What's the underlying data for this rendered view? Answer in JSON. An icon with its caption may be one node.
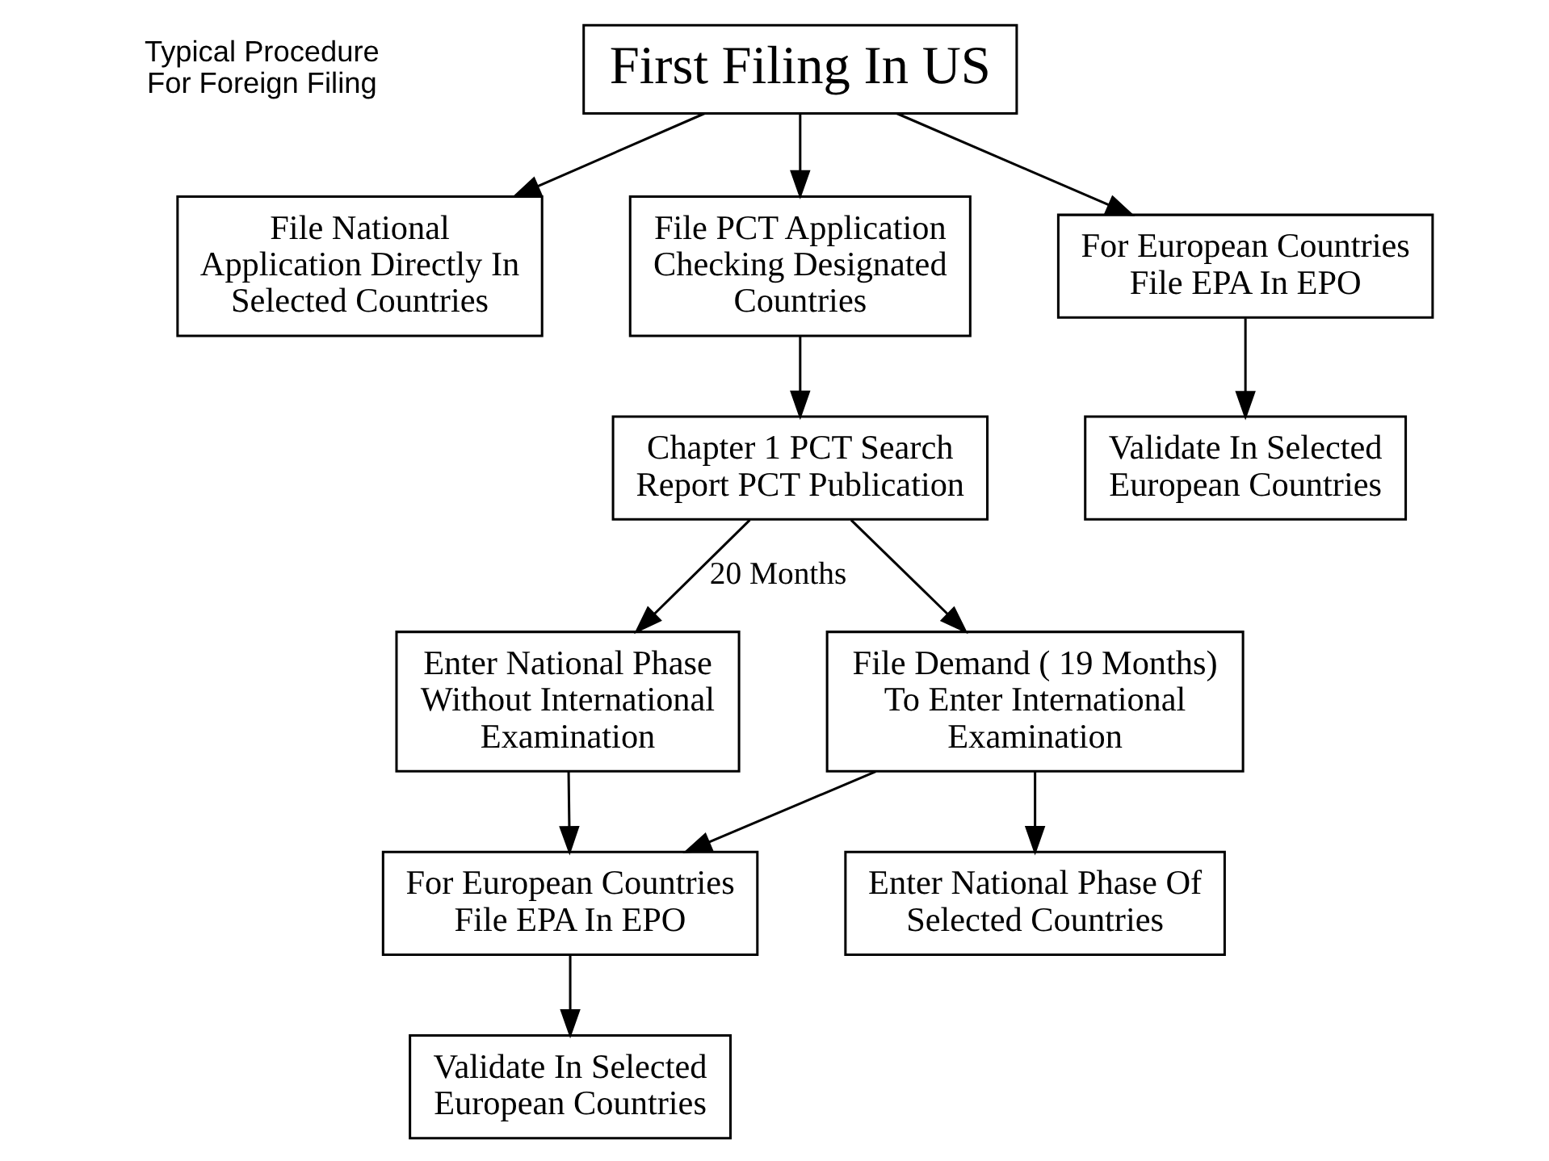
{
  "diagram": {
    "nodes": [
      {
        "text": [
          "First Filing In US"
        ]
      },
      {
        "text": [
          "File National Application Directly In Selected Countries"
        ]
      },
      {
        "text": [
          "File PCT Application Checking Designated Countries"
        ]
      },
      {
        "text": [
          "Chapter 1 PCT Search Report PCT Publication"
        ]
      },
      {
        "text": [
          "For European Countries File EPA In EPO"
        ]
      },
      {
        "text": [
          "Validate In Selected European Countries"
        ]
      },
      {
        "text": [
          "Enter National Phase Without International Examination"
        ]
      },
      {
        "text": [
          "File Demand ( 19 Months) To Enter International Examination"
        ]
      },
      {
        "text": [
          "For European Countries File EPA In EPO"
        ]
      },
      {
        "text": [
          "Enter National Phase Of Selected Countries"
        ]
      },
      {
        "text": [
          "Validate In Selected European Countries"
        ]
      }
    ],
    "edges": [
      {
        "from": 0,
        "to": 1,
        "arrow": "to"
      },
      {
        "from": 0,
        "to": 2,
        "arrow": "to"
      },
      {
        "from": 0,
        "to": 4,
        "arrow": "to"
      },
      {
        "from": 2,
        "to": 3,
        "arrow": "to"
      },
      {
        "from": 4,
        "to": 5,
        "arrow": "to"
      },
      {
        "from": 3,
        "to": 6,
        "arrow": "to",
        "label": "20 Months"
      },
      {
        "from": 3,
        "to": 7,
        "arrow": "to"
      },
      {
        "from": 6,
        "to": 8,
        "arrow": "to"
      },
      {
        "from": 7,
        "to": 8,
        "arrow": "to"
      },
      {
        "from": 7,
        "to": 9,
        "arrow": "to"
      },
      {
        "from": 8,
        "to": 10,
        "arrow": "to"
      }
    ],
    "labels": [
      "Typical Procedure For Foreign Filing"
    ]
  }
}
